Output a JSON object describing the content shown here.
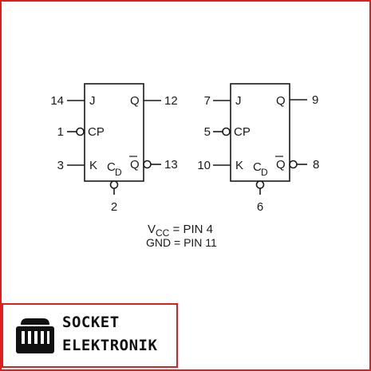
{
  "flipflop_left": {
    "pin_j": "14",
    "pin_cp": "1",
    "pin_k": "3",
    "pin_q": "12",
    "pin_qbar": "13",
    "pin_cd": "2",
    "label_j": "J",
    "label_cp": "CP",
    "label_k": "K",
    "label_q": "Q",
    "label_qbar": "Q",
    "label_c": "C",
    "label_d": "D"
  },
  "flipflop_right": {
    "pin_j": "7",
    "pin_cp": "5",
    "pin_k": "10",
    "pin_q": "9",
    "pin_qbar": "8",
    "pin_cd": "6",
    "label_j": "J",
    "label_cp": "CP",
    "label_k": "K",
    "label_q": "Q",
    "label_qbar": "Q",
    "label_c": "C",
    "label_d": "D"
  },
  "power": {
    "vcc_v": "V",
    "vcc_sub": "CC",
    "vcc_rest": " = PIN 4",
    "gnd": "GND = PIN 11"
  },
  "logo": {
    "line1": "SOCKET",
    "line2": "ELEKTRONIK",
    "icon": "socket-logo-icon"
  },
  "colors": {
    "border": "#e31c1c",
    "ink": "#1a1a1a"
  }
}
